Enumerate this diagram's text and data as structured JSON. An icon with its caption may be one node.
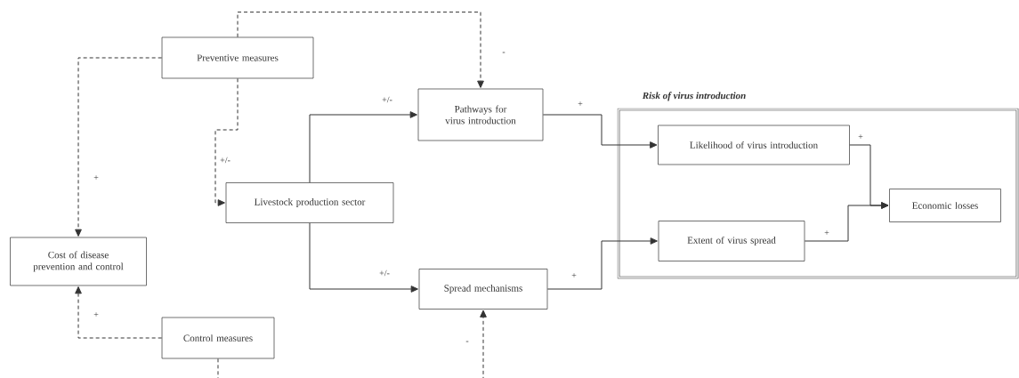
{
  "diagram": {
    "nodes": [
      {
        "text": [
          "Preventive measures"
        ]
      },
      {
        "text": [
          "Pathways for virus introduction"
        ]
      },
      {
        "text": [
          "Livestock production sector"
        ]
      },
      {
        "text": [
          "Cost of disease prevention and control"
        ]
      },
      {
        "text": [
          "Spread mechanisms"
        ]
      },
      {
        "text": [
          "Control measures"
        ]
      },
      {
        "text": [
          "Risk of virus introduction"
        ]
      },
      {
        "text": [
          "Likelihood of virus introduction"
        ],
        "in": 6
      },
      {
        "text": [
          "Extent of virus spread"
        ],
        "in": 6
      },
      {
        "text": [
          "Economic losses"
        ],
        "in": 6
      }
    ],
    "edges": [
      {
        "from": 0,
        "to": 1,
        "arrow": "to",
        "label": "-",
        "style": "dashed"
      },
      {
        "from": 0,
        "to": 3,
        "arrow": "to",
        "label": "+",
        "style": "dashed"
      },
      {
        "from": 0,
        "to": 2,
        "arrow": "to",
        "label": "+/-",
        "style": "dashed"
      },
      {
        "from": 5,
        "to": 3,
        "arrow": "to",
        "label": "+",
        "style": "dashed"
      },
      {
        "from": 5,
        "to": null,
        "arrow": "none",
        "style": "dashed"
      },
      {
        "from": null,
        "to": 4,
        "arrow": "to",
        "label": "-",
        "style": "dashed"
      },
      {
        "from": 2,
        "to": 1,
        "arrow": "to",
        "label": "+/-"
      },
      {
        "from": 2,
        "to": 4,
        "arrow": "to",
        "label": "+/-"
      },
      {
        "from": 1,
        "to": 7,
        "arrow": "to",
        "label": "+"
      },
      {
        "from": 4,
        "to": 8,
        "arrow": "to",
        "label": "+"
      },
      {
        "from": 7,
        "to": 9,
        "arrow": "to",
        "label": "+"
      },
      {
        "from": 8,
        "to": 9,
        "arrow": "to",
        "label": "+"
      }
    ]
  }
}
